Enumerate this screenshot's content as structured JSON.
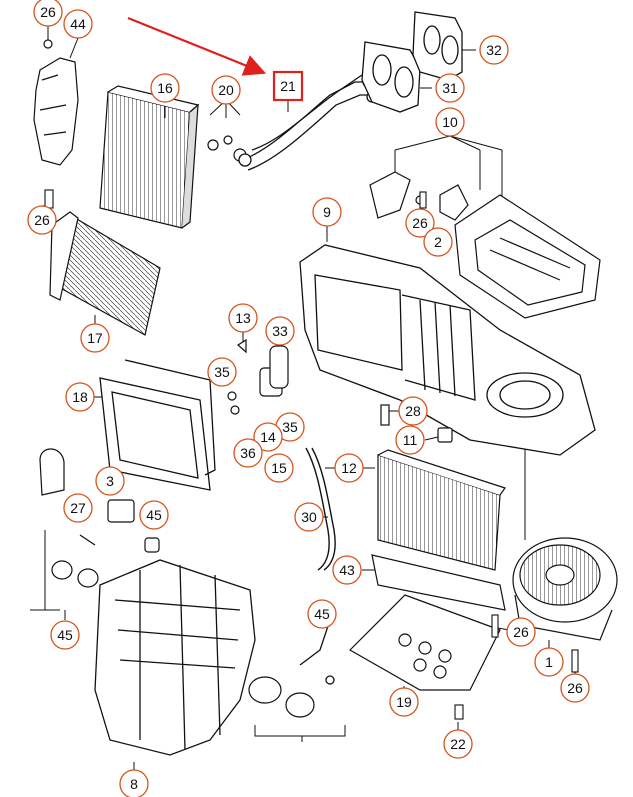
{
  "diagram": {
    "highlighted_part": "21",
    "callouts": [
      {
        "id": "c26a",
        "label": "26"
      },
      {
        "id": "c44",
        "label": "44"
      },
      {
        "id": "c32",
        "label": "32"
      },
      {
        "id": "c21",
        "label": "21"
      },
      {
        "id": "c20",
        "label": "20"
      },
      {
        "id": "c16",
        "label": "16"
      },
      {
        "id": "c31",
        "label": "31"
      },
      {
        "id": "c10",
        "label": "10"
      },
      {
        "id": "c9",
        "label": "9"
      },
      {
        "id": "c26b",
        "label": "26"
      },
      {
        "id": "c26c",
        "label": "26"
      },
      {
        "id": "c2",
        "label": "2"
      },
      {
        "id": "c17",
        "label": "17"
      },
      {
        "id": "c13",
        "label": "13"
      },
      {
        "id": "c33",
        "label": "33"
      },
      {
        "id": "c35a",
        "label": "35"
      },
      {
        "id": "c18",
        "label": "18"
      },
      {
        "id": "c28",
        "label": "28"
      },
      {
        "id": "c11",
        "label": "11"
      },
      {
        "id": "c35b",
        "label": "35"
      },
      {
        "id": "c14",
        "label": "14"
      },
      {
        "id": "c36",
        "label": "36"
      },
      {
        "id": "c15",
        "label": "15"
      },
      {
        "id": "c12",
        "label": "12"
      },
      {
        "id": "c3",
        "label": "3"
      },
      {
        "id": "c27",
        "label": "27"
      },
      {
        "id": "c45a",
        "label": "45"
      },
      {
        "id": "c30",
        "label": "30"
      },
      {
        "id": "c43",
        "label": "43"
      },
      {
        "id": "c45b",
        "label": "45"
      },
      {
        "id": "c45c",
        "label": "45"
      },
      {
        "id": "c26d",
        "label": "26"
      },
      {
        "id": "c1",
        "label": "1"
      },
      {
        "id": "c26e",
        "label": "26"
      },
      {
        "id": "c19",
        "label": "19"
      },
      {
        "id": "c22",
        "label": "22"
      },
      {
        "id": "c8",
        "label": "8"
      }
    ]
  },
  "colors": {
    "callout_border": "#d4541c",
    "highlight": "#e0201b",
    "line": "#111111"
  }
}
